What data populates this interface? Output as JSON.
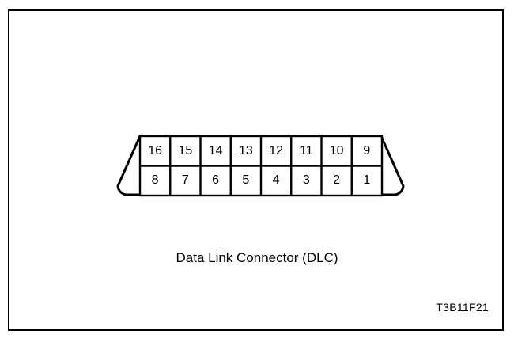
{
  "figure": {
    "caption": "Data Link Connector (DLC)",
    "reference_code": "T3B11F21",
    "frame_color": "#000000",
    "background_color": "#ffffff",
    "line_color": "#000000"
  },
  "connector": {
    "name": "Data Link Connector (DLC)",
    "shape": "trapezoid-rounded-bottom",
    "total_pins": 16,
    "rows": [
      {
        "row_index": 0,
        "row_name": "upper-row",
        "pins": [
          "16",
          "15",
          "14",
          "13",
          "12",
          "11",
          "10",
          "9"
        ]
      },
      {
        "row_index": 1,
        "row_name": "lower-row",
        "pins": [
          "8",
          "7",
          "6",
          "5",
          "4",
          "3",
          "2",
          "1"
        ]
      }
    ]
  }
}
